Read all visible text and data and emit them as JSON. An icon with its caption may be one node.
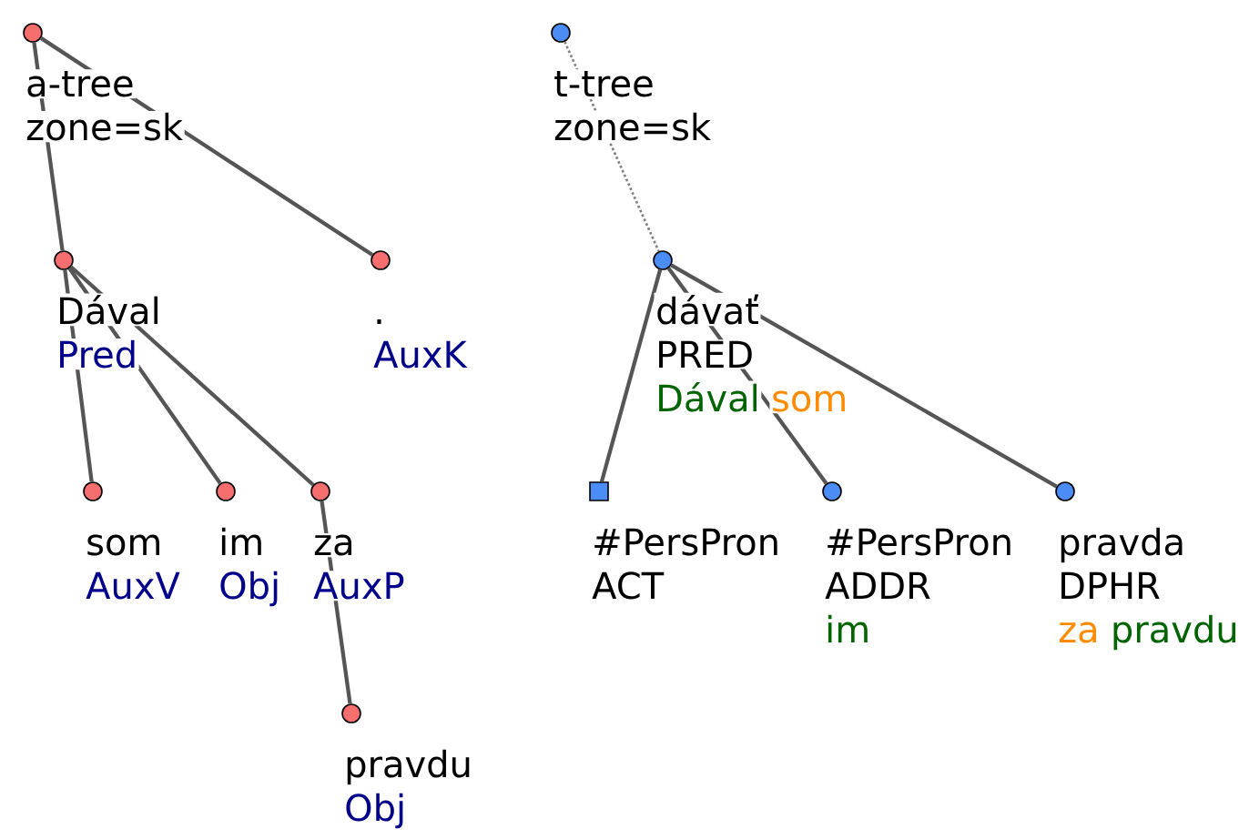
{
  "diagram": {
    "nodes": [
      {
        "text": [
          "a-tree",
          "zone=sk"
        ]
      },
      {
        "text": [
          "t-tree",
          "zone=sk"
        ]
      },
      {
        "text": [
          "Dával",
          "Pred"
        ]
      },
      {
        "text": [
          ".",
          "AuxK"
        ]
      },
      {
        "text": [
          "dávať",
          "PRED",
          "Dával",
          "som"
        ]
      },
      {
        "text": [
          "som",
          "AuxV"
        ]
      },
      {
        "text": [
          "im",
          "Obj"
        ]
      },
      {
        "text": [
          "za",
          "AuxP"
        ]
      },
      {
        "text": [
          "#PersPron",
          "ACT"
        ]
      },
      {
        "text": [
          "#PersPron",
          "ADDR",
          "im"
        ]
      },
      {
        "text": [
          "pravda",
          "DPHR",
          "za",
          "pravdu"
        ]
      },
      {
        "text": [
          "pravdu",
          "Obj"
        ]
      }
    ],
    "edges": [
      {
        "from": 0,
        "to": 2,
        "arrow": "none"
      },
      {
        "from": 0,
        "to": 3,
        "arrow": "none"
      },
      {
        "from": 1,
        "to": 4,
        "arrow": "none",
        "style": "dashed"
      },
      {
        "from": 2,
        "to": 5,
        "arrow": "none"
      },
      {
        "from": 2,
        "to": 6,
        "arrow": "none"
      },
      {
        "from": 2,
        "to": 7,
        "arrow": "none"
      },
      {
        "from": 7,
        "to": 11,
        "arrow": "none"
      },
      {
        "from": 4,
        "to": 8,
        "arrow": "none"
      },
      {
        "from": 4,
        "to": 9,
        "arrow": "none"
      },
      {
        "from": 4,
        "to": 10,
        "arrow": "none"
      }
    ]
  }
}
